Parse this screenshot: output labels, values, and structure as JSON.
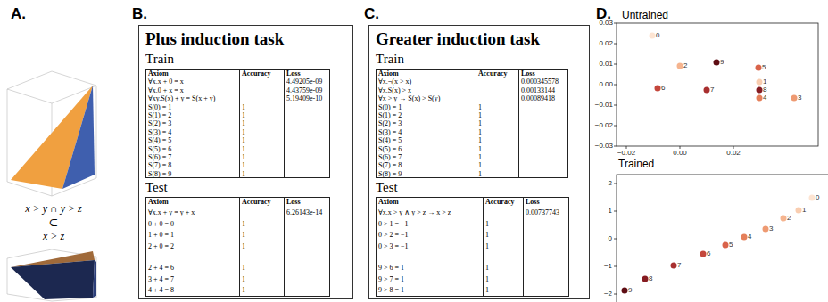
{
  "diagram": {
    "nodes": [
      {
        "text": [
          "Plus induction task"
        ]
      },
      {
        "text": [
          "Greater induction task"
        ]
      }
    ],
    "labels": [
      "A.",
      "x > y ∩ y > z",
      "⊂",
      "x > z",
      "B.",
      "Train",
      "Axiom",
      "Accuracy",
      "Loss",
      "∀x.x + 0 = x",
      "4.49205e-09",
      "∀x.0 + x = x",
      "4.43759e-09",
      "∀xy.S(x) + y = S(x + y)",
      "5.19409e-10",
      "S(0) = 1",
      "1",
      "S(1) = 2",
      "1",
      "S(2) = 3",
      "1",
      "S(3) = 4",
      "1",
      "S(4) = 5",
      "1",
      "S(5) = 6",
      "1",
      "S(6) = 7",
      "1",
      "S(7) = 8",
      "1",
      "S(8) = 9",
      "1",
      "Test",
      "Axiom",
      "Accuracy",
      "Loss",
      "∀x.x + y = y + x",
      "6.26143e-14",
      "0 + 0 = 0",
      "1",
      "1 + 0 = 1",
      "1",
      "2 + 0 = 2",
      "1",
      "⋯",
      "⋯",
      "2 + 4 = 6",
      "1",
      "3 + 4 = 7",
      "1",
      "4 + 4 = 8",
      "1",
      "C.",
      "Train",
      "Axiom",
      "Accuracy",
      "Loss",
      "∀x.¬(x > x)",
      "0.000345578",
      "∀x.S(x) > x",
      "0.00133144",
      "∀x > y → S(x) > S(y)",
      "0.00089418",
      "S(0) = 1",
      "1",
      "S(1) = 2",
      "1",
      "S(2) = 3",
      "1",
      "S(3) = 4",
      "1",
      "S(4) = 5",
      "1",
      "S(5) = 6",
      "1",
      "S(6) = 7",
      "1",
      "S(7) = 8",
      "1",
      "S(8) = 9",
      "1",
      "Test",
      "Axiom",
      "Accuracy",
      "Loss",
      "∀x.x > y ∧ y > z → x > z",
      "0.00737743",
      "0 > 1 = −1",
      "1",
      "0 > 2 = −1",
      "1",
      "0 > 3 = −1",
      "1",
      "⋯",
      "⋯",
      "9 > 6 = 1",
      "1",
      "9 > 7 = 1",
      "1",
      "9 > 8 = 1",
      "1",
      "D.",
      "Untrained",
      "0.03",
      "0.02",
      "0.01",
      "0.00",
      "−0.01",
      "−0.02",
      "−0.03",
      "−0.02",
      "0.00",
      "0.02",
      "0",
      "1",
      "2",
      "3",
      "4",
      "5",
      "6",
      "7",
      "8",
      "9",
      "Trained",
      "2",
      "1",
      "0",
      "−1",
      "−2",
      "0",
      "1",
      "2",
      "3",
      "4",
      "5",
      "6",
      "7",
      "8",
      "9"
    ]
  }
}
